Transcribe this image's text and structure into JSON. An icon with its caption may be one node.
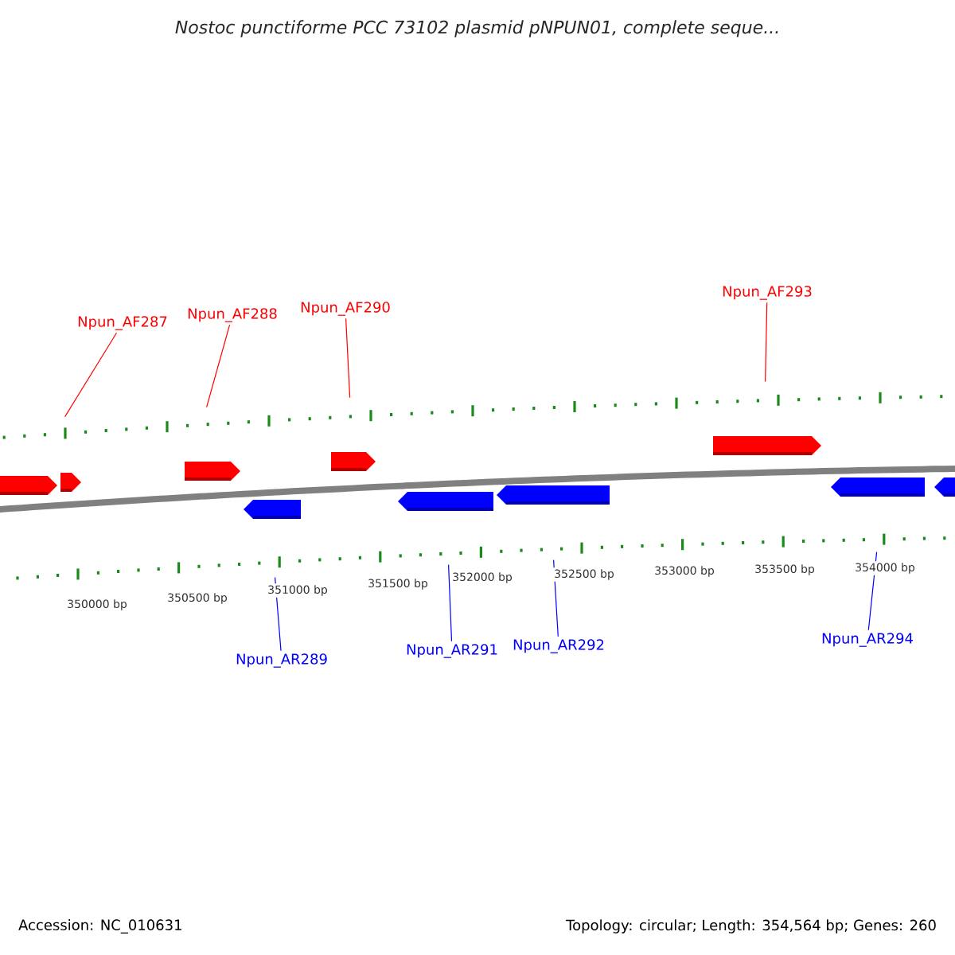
{
  "diagram": {
    "title": "Nostoc punctiforme PCC 73102 plasmid pNPUN01, complete seque...",
    "nodes": [
      {
        "text": [
          "Npun_AF287"
        ]
      },
      {
        "text": [
          "Npun_AF288"
        ]
      },
      {
        "text": [
          "Npun_AF290"
        ]
      },
      {
        "text": [
          "Npun_AF293"
        ]
      },
      {
        "text": [
          "Npun_AR289"
        ]
      },
      {
        "text": [
          "Npun_AR291"
        ]
      },
      {
        "text": [
          "Npun_AR292"
        ]
      },
      {
        "text": [
          "Npun_AR294"
        ]
      },
      {
        "text": [],
        "shape": "scale"
      },
      {
        "text": [],
        "shape": "scale"
      }
    ],
    "edges": [
      {
        "from": 0,
        "to": 8,
        "arrow": "none",
        "color": "#ff0000"
      },
      {
        "from": 1,
        "to": 8,
        "arrow": "none",
        "color": "#ff0000"
      },
      {
        "from": 2,
        "to": 8,
        "arrow": "none",
        "color": "#ff0000"
      },
      {
        "from": 3,
        "to": 8,
        "arrow": "none",
        "color": "#ff0000"
      },
      {
        "from": 4,
        "to": 9,
        "arrow": "none",
        "color": "#0000ff"
      },
      {
        "from": 5,
        "to": 9,
        "arrow": "none",
        "color": "#0000ff"
      },
      {
        "from": 6,
        "to": 9,
        "arrow": "none",
        "color": "#0000ff"
      },
      {
        "from": 7,
        "to": 9,
        "arrow": "none",
        "color": "#0000ff"
      }
    ],
    "labels": [
      "350000 bp",
      "350500 bp",
      "351000 bp",
      "351500 bp",
      "352000 bp",
      "352500 bp",
      "353000 bp",
      "353500 bp",
      "354000 bp",
      "Accession: NC_010631",
      "Topology: circular; Length: 354,564 bp; Genes: 260"
    ]
  }
}
